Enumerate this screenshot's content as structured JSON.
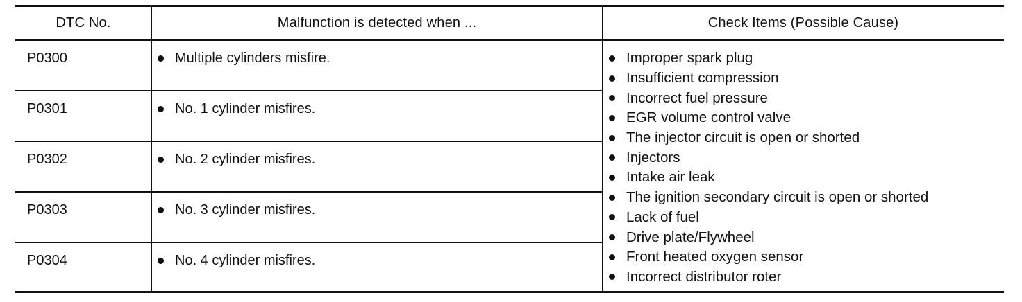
{
  "table": {
    "headers": {
      "dtc": "DTC No.",
      "malfunction": "Malfunction is detected when ...",
      "check": "Check Items (Possible Cause)"
    },
    "rows": [
      {
        "dtc": "P0300",
        "malfunction": "Multiple cylinders misfire."
      },
      {
        "dtc": "P0301",
        "malfunction": "No. 1 cylinder misfires."
      },
      {
        "dtc": "P0302",
        "malfunction": "No. 2 cylinder misfires."
      },
      {
        "dtc": "P0303",
        "malfunction": "No. 3 cylinder misfires."
      },
      {
        "dtc": "P0304",
        "malfunction": "No. 4 cylinder misfires."
      }
    ],
    "check_items": [
      "Improper spark plug",
      "Insufficient compression",
      "Incorrect fuel pressure",
      "EGR volume control valve",
      "The injector circuit is open or shorted",
      "Injectors",
      "Intake air leak",
      "The ignition secondary circuit is open or shorted",
      "Lack of fuel",
      "Drive plate/Flywheel",
      "Front heated oxygen sensor",
      "Incorrect distributor roter"
    ]
  }
}
